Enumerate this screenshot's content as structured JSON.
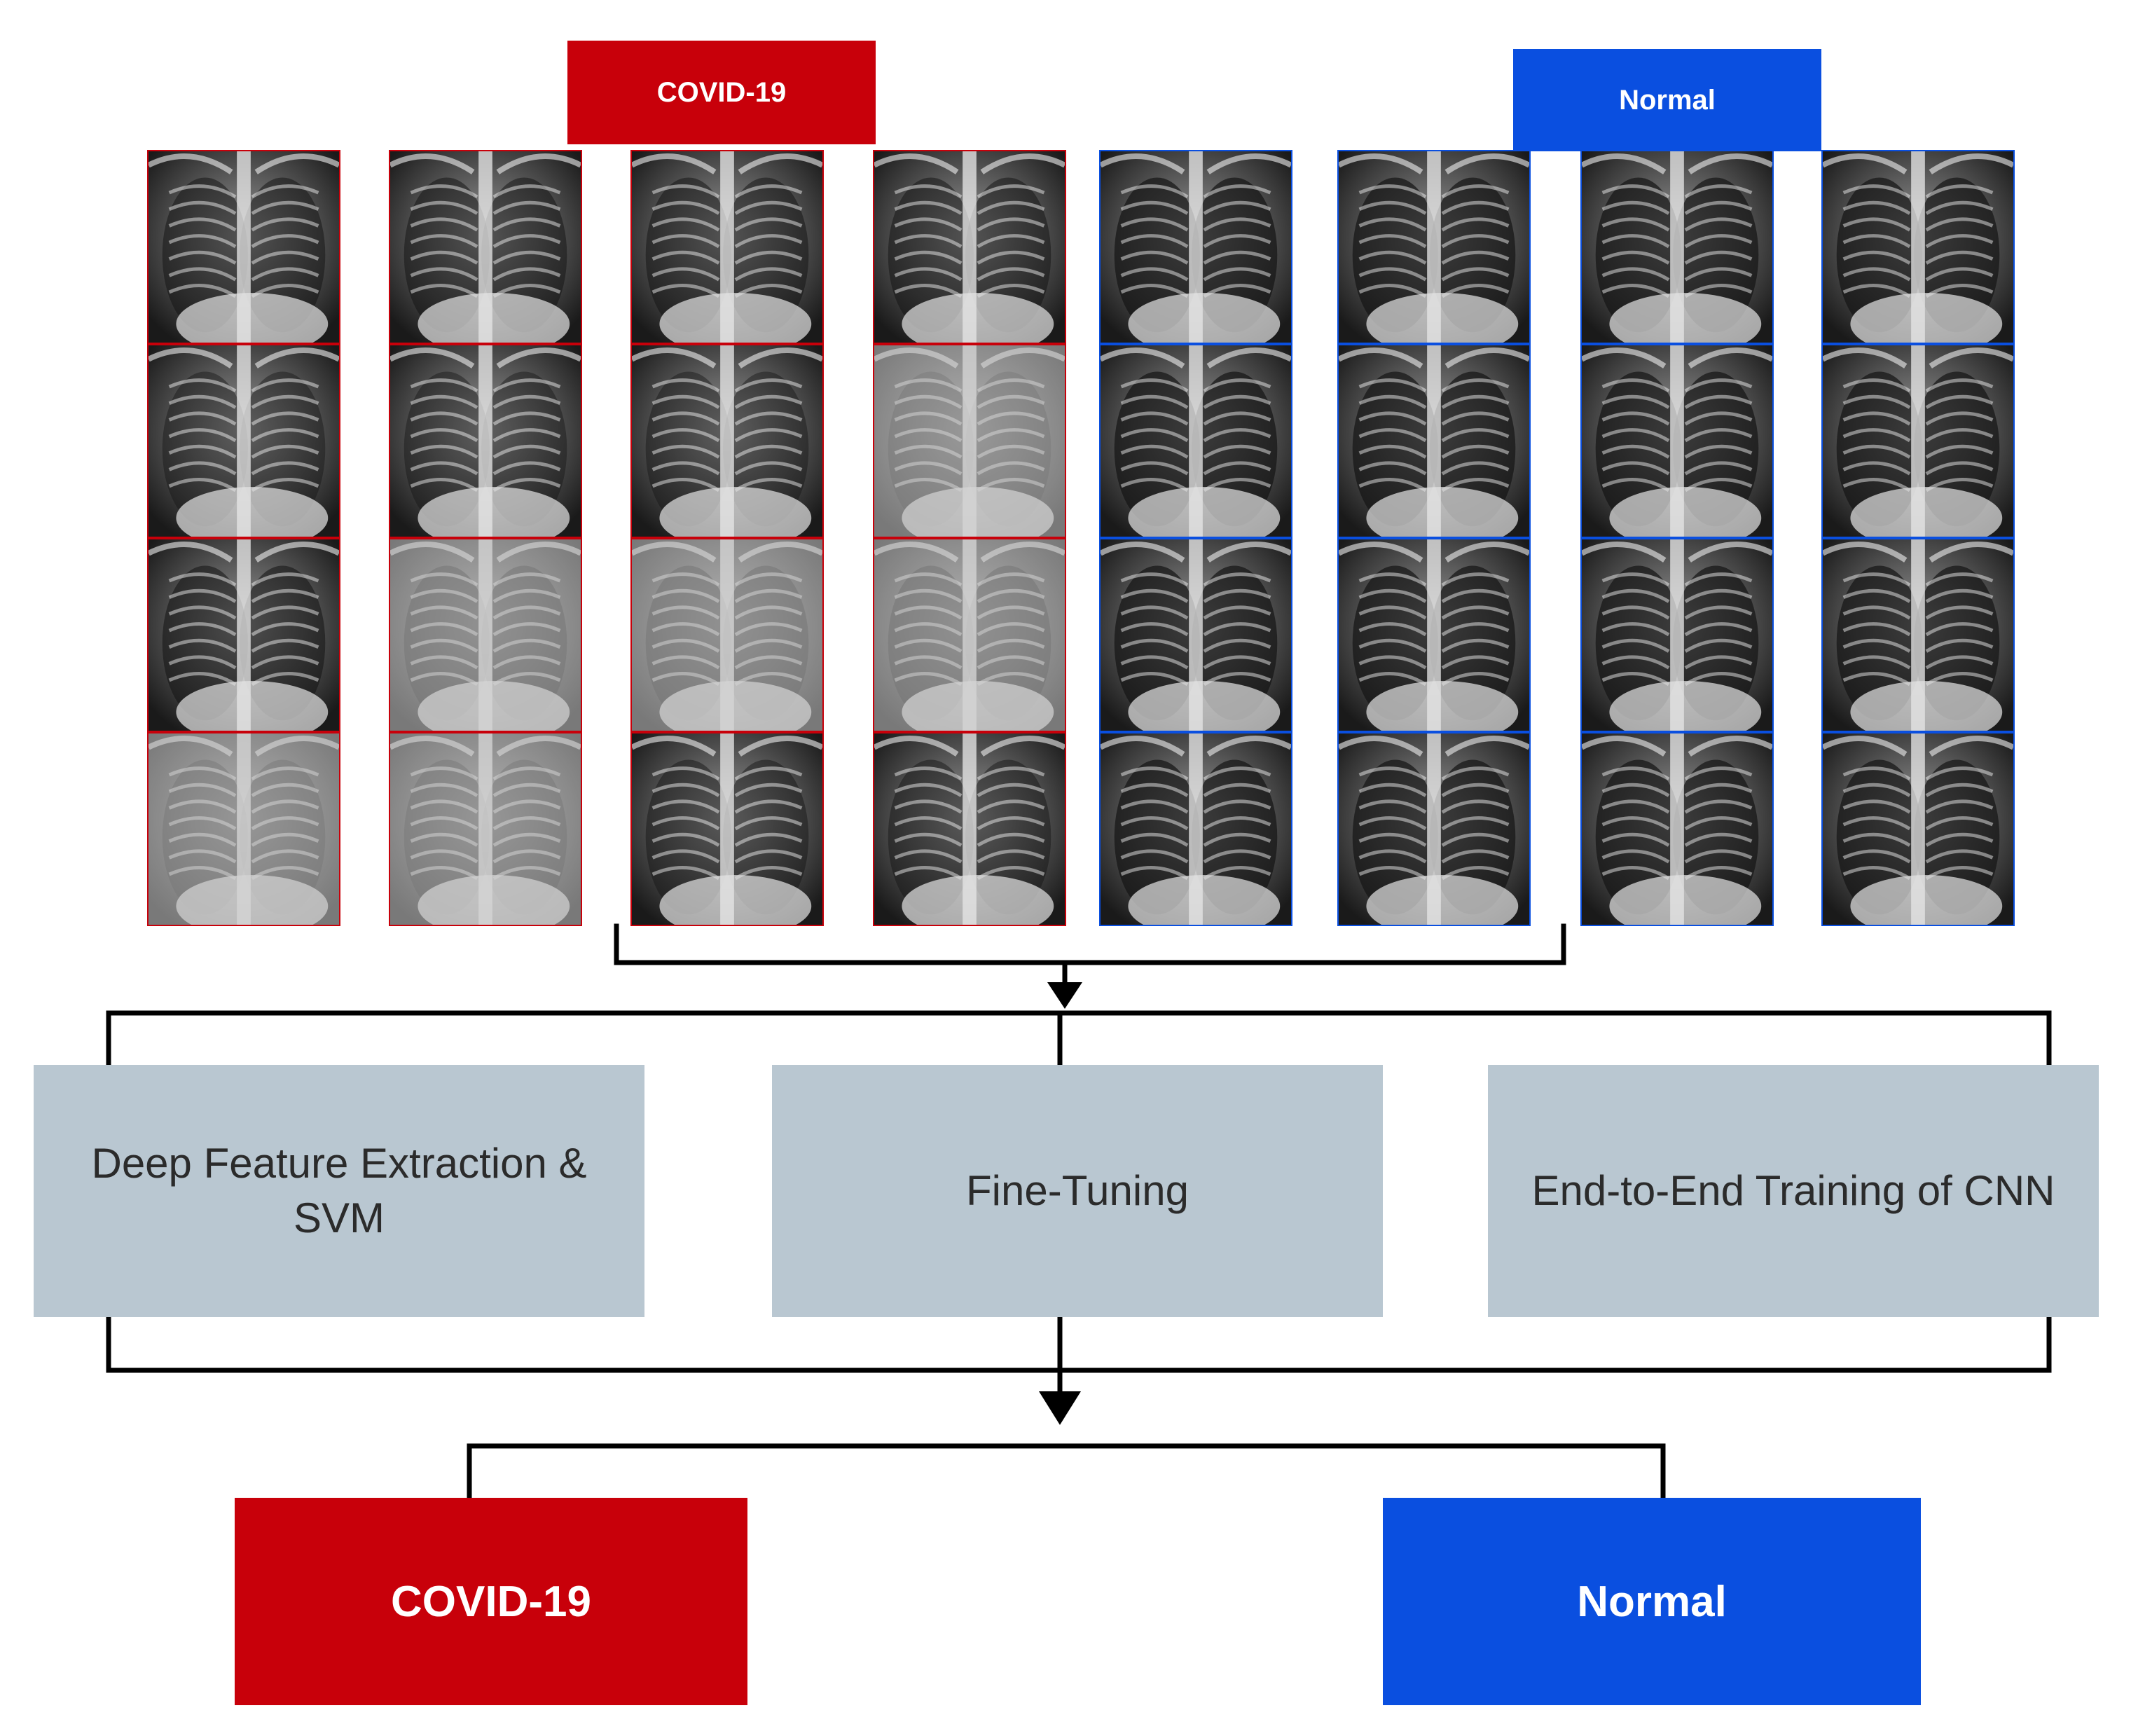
{
  "labels": {
    "top_covid": "COVID-19",
    "top_normal": "Normal",
    "bottom_covid": "COVID-19",
    "bottom_normal": "Normal"
  },
  "methods": [
    {
      "label": "Deep Feature Extraction & SVM"
    },
    {
      "label": "Fine-Tuning"
    },
    {
      "label": "End-to-End Training of CNN"
    }
  ],
  "colors": {
    "covid": "#c8000a",
    "normal": "#0a4fe0",
    "method_box": "#b9c7d1",
    "connector": "#000000"
  },
  "image_grid": {
    "covid_columns": 4,
    "normal_columns": 4,
    "rows": 4
  },
  "icons": [
    "chest-xray-image",
    "arrow-down-icon"
  ]
}
